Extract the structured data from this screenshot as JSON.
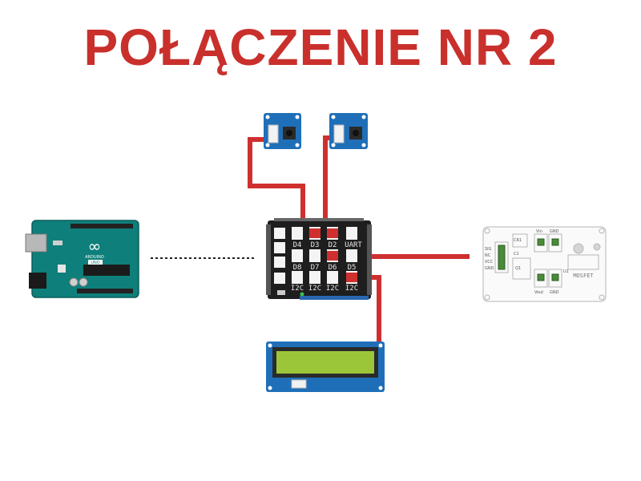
{
  "title": "POŁĄCZENIE NR 2",
  "colors": {
    "title": "#c9302c",
    "wire": "#cf2f2f",
    "grove_blue": "#1f6fb8",
    "arduino_teal": "#0e7f7a",
    "shield_black": "#1e1e1e",
    "lcd_green": "#9cc63a"
  },
  "shield_ports": {
    "row1": [
      "D4",
      "D3",
      "D2",
      "UART"
    ],
    "row2": [
      "D8",
      "D7",
      "D6",
      "D5"
    ],
    "row3": [
      "I2C",
      "I2C",
      "I2C",
      "I2C"
    ]
  },
  "arduino": {
    "logo": "∞",
    "brand": "ARDUINO",
    "model": "UNO"
  },
  "mosfet": {
    "label": "MOSFET",
    "pins": [
      "SIG",
      "NC",
      "VCC",
      "GND"
    ],
    "terminals": [
      "Vin",
      "GND",
      "Vout",
      "GND"
    ],
    "parts": [
      "CR1",
      "C1",
      "Q1",
      "U1"
    ]
  }
}
